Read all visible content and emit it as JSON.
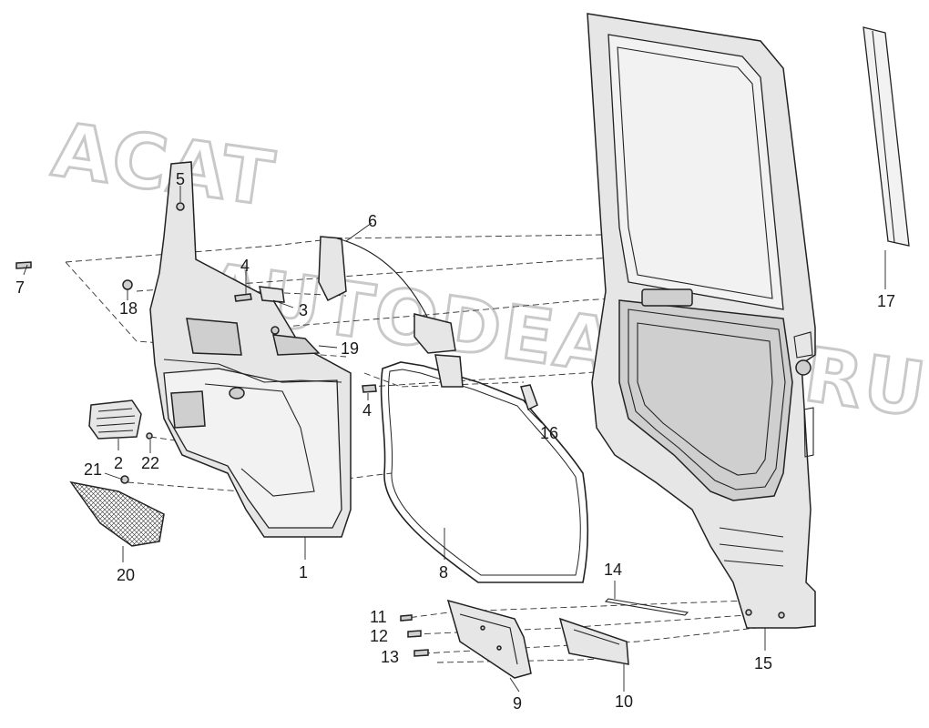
{
  "watermark": {
    "line1": "ACAT",
    "line2": "AUTODEALER.RU"
  },
  "callouts": {
    "c1": "1",
    "c2": "2",
    "c3": "3",
    "c4a": "4",
    "c4b": "4",
    "c5": "5",
    "c6": "6",
    "c7": "7",
    "c8": "8",
    "c9": "9",
    "c10": "10",
    "c11": "11",
    "c12": "12",
    "c13": "13",
    "c14": "14",
    "c15": "15",
    "c16": "16",
    "c17": "17",
    "c18": "18",
    "c19": "19",
    "c20": "20",
    "c21": "21",
    "c22": "22"
  },
  "colors": {
    "line": "#222222",
    "panel": "#e6e6e6",
    "watermark": "#c9c9c9"
  }
}
